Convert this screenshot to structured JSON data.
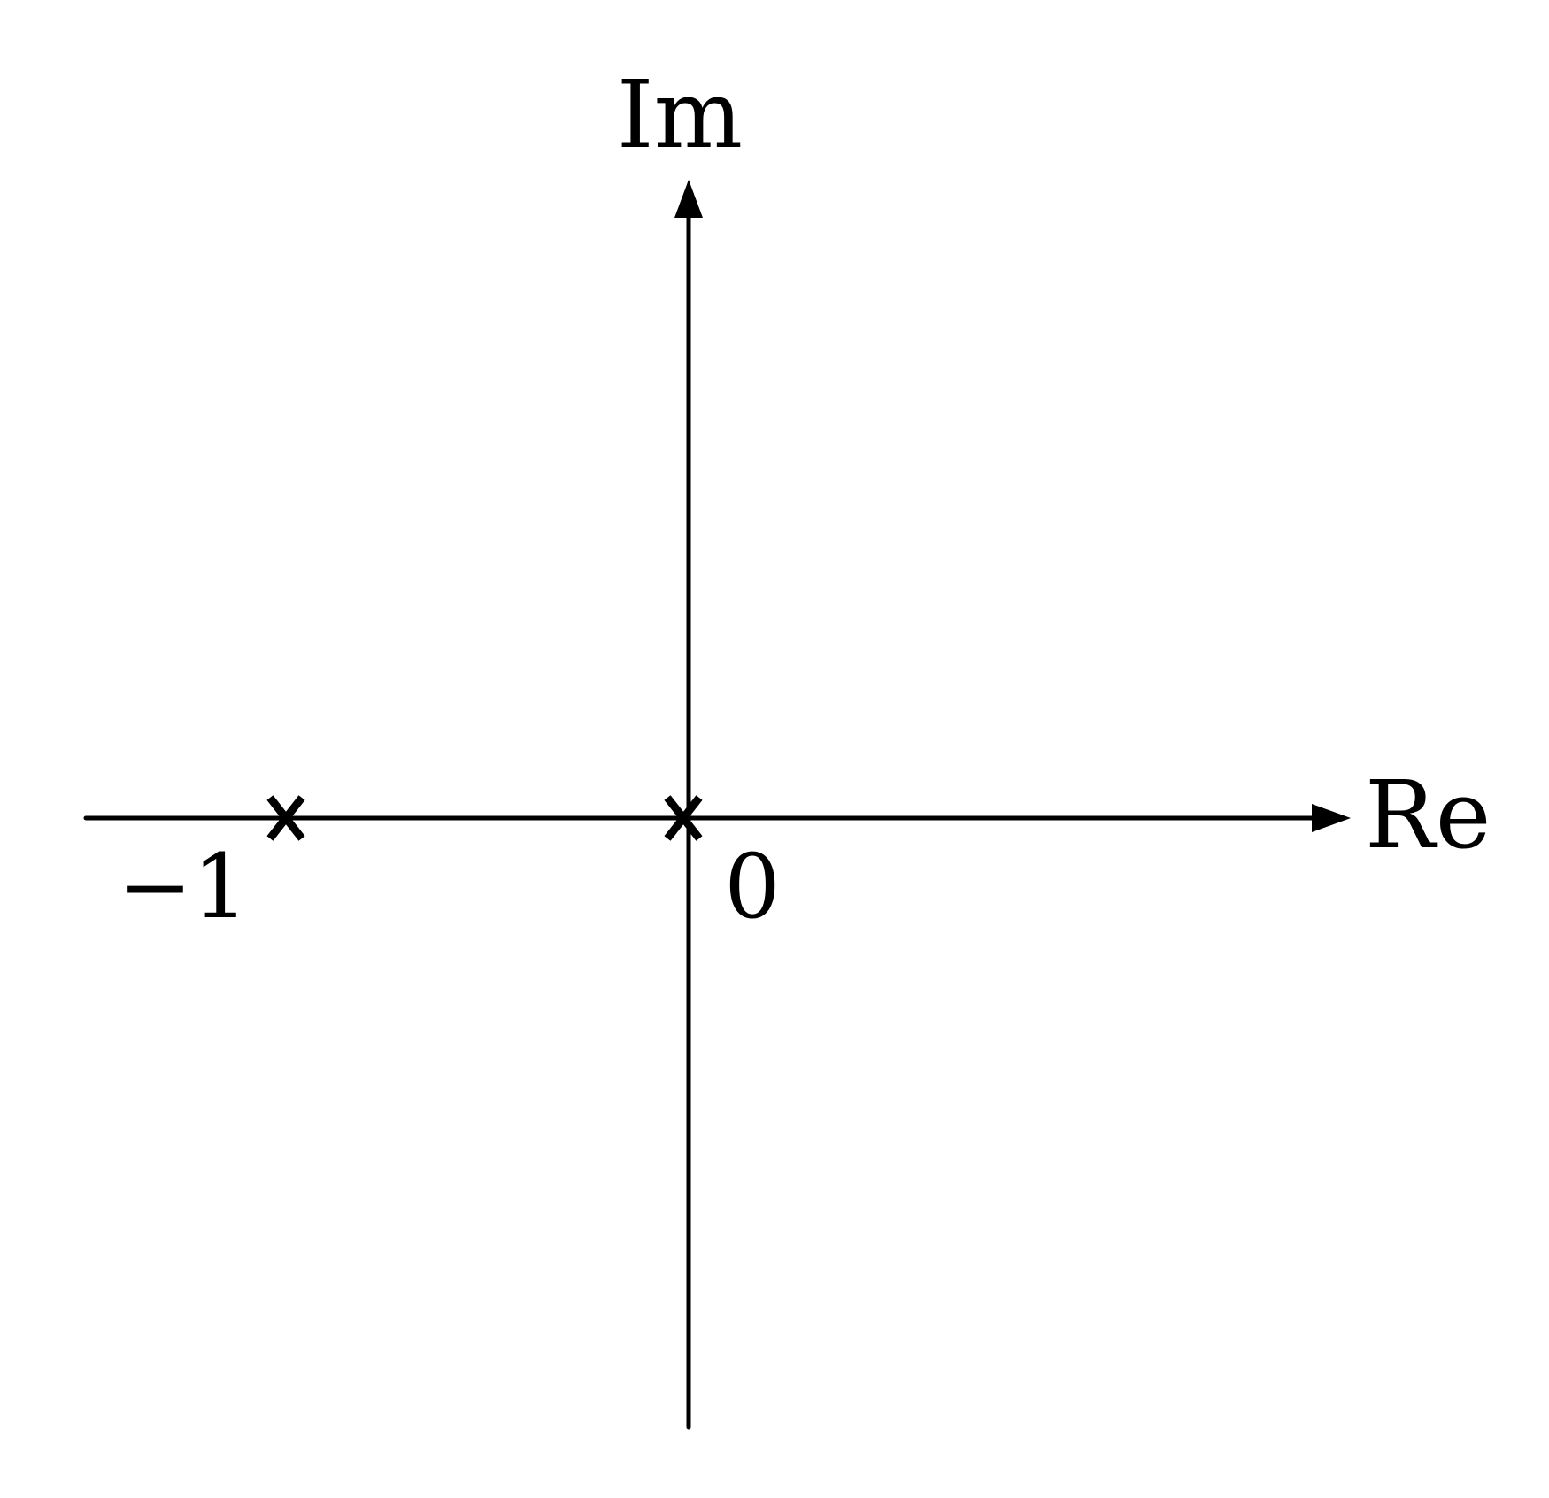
{
  "axes": {
    "real_label": "Re",
    "imag_label": "Im"
  },
  "ticks": [
    {
      "value": -1,
      "label": "−1"
    },
    {
      "value": 0,
      "label": "0"
    }
  ],
  "markers": [
    {
      "re": -1,
      "im": 0,
      "symbol": "x"
    },
    {
      "re": 0,
      "im": 0,
      "symbol": "x"
    }
  ],
  "colors": {
    "ink": "#000000",
    "background": "#ffffff"
  }
}
